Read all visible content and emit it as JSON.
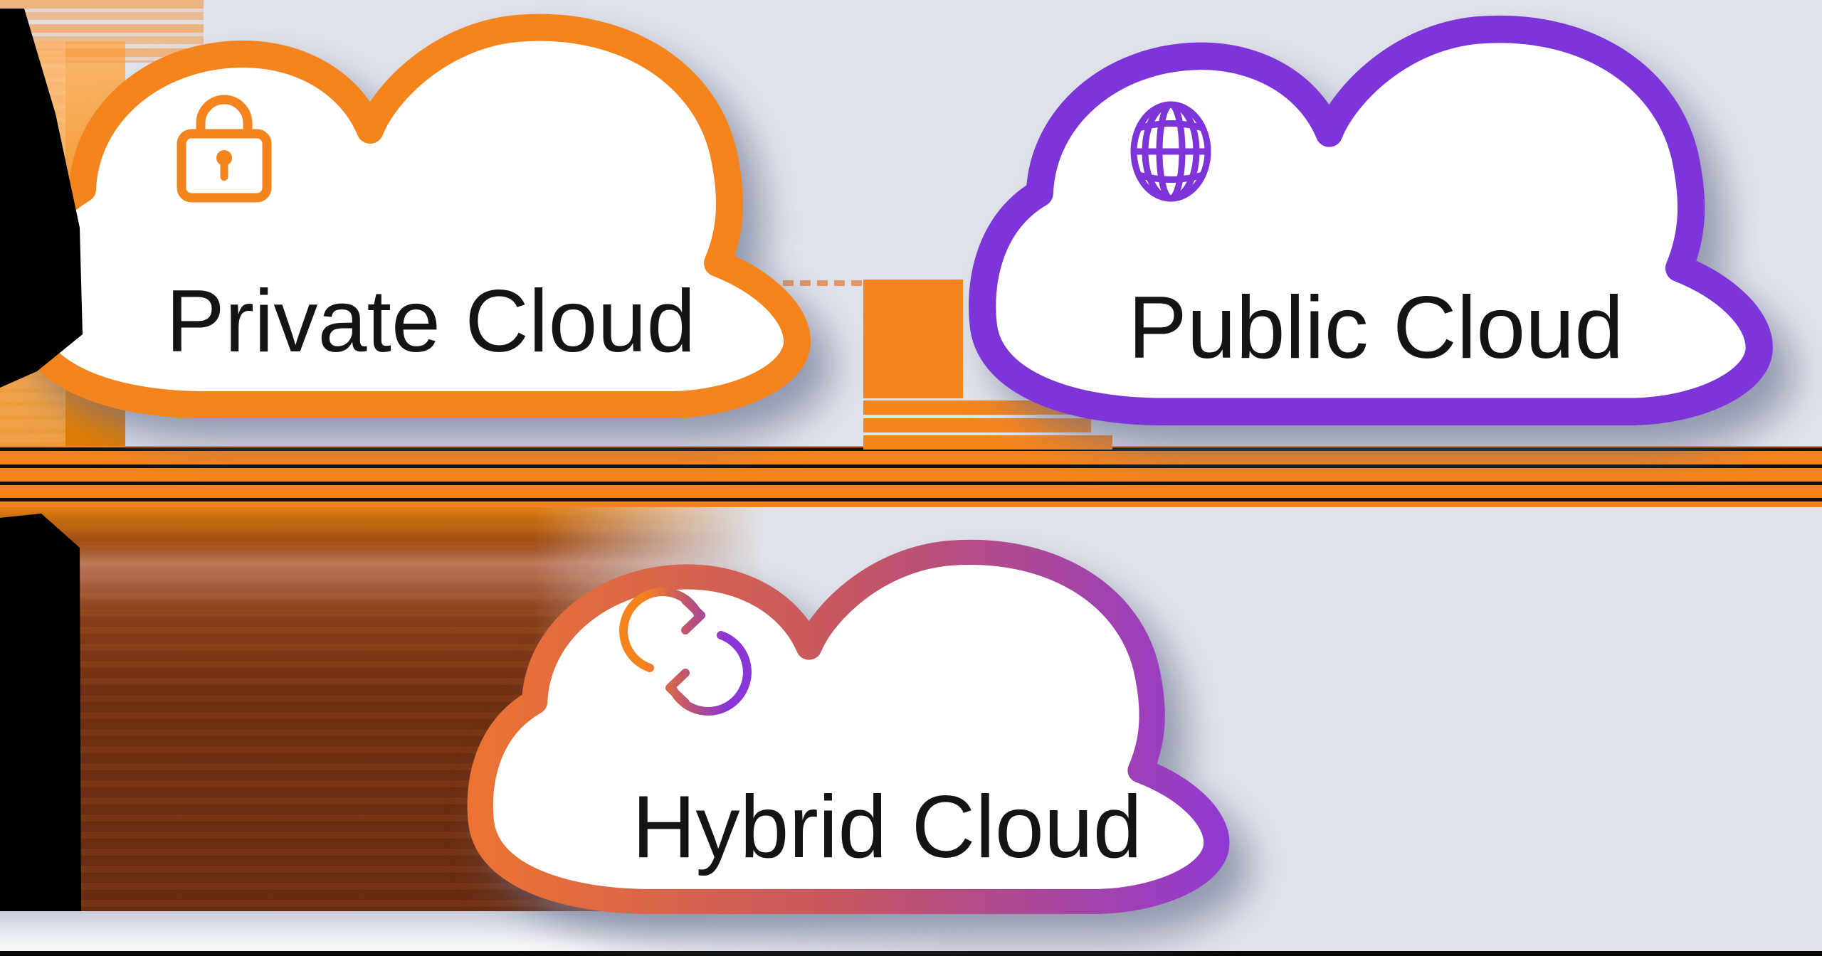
{
  "diagram": {
    "title": "Hybrid cloud relationship diagram",
    "nodes": [
      {
        "id": "private",
        "label": "Private Cloud",
        "icon": "lock-icon",
        "border_color": "#F6841C"
      },
      {
        "id": "public",
        "label": "Public Cloud",
        "icon": "globe-icon",
        "border_color": "#7D34D8"
      },
      {
        "id": "hybrid",
        "label": "Hybrid Cloud",
        "icon": "sync-icon",
        "border_gradient": [
          "#ED7430",
          "#C55662",
          "#9038D6"
        ]
      }
    ],
    "connectors": {
      "dashed_link_color": "#E0976B",
      "bar_color": "#F6841C",
      "band_color": "#F6841C",
      "band_line_color": "#121212"
    },
    "colors": {
      "background": "#E1E3EB",
      "cloud_fill": "#FFFFFF",
      "label_text": "#141414",
      "brown_region_top": "#DD7A0C",
      "brown_region_bottom": "#692C12",
      "edge_silhouette": "#000000",
      "base_line": "#080808"
    }
  }
}
